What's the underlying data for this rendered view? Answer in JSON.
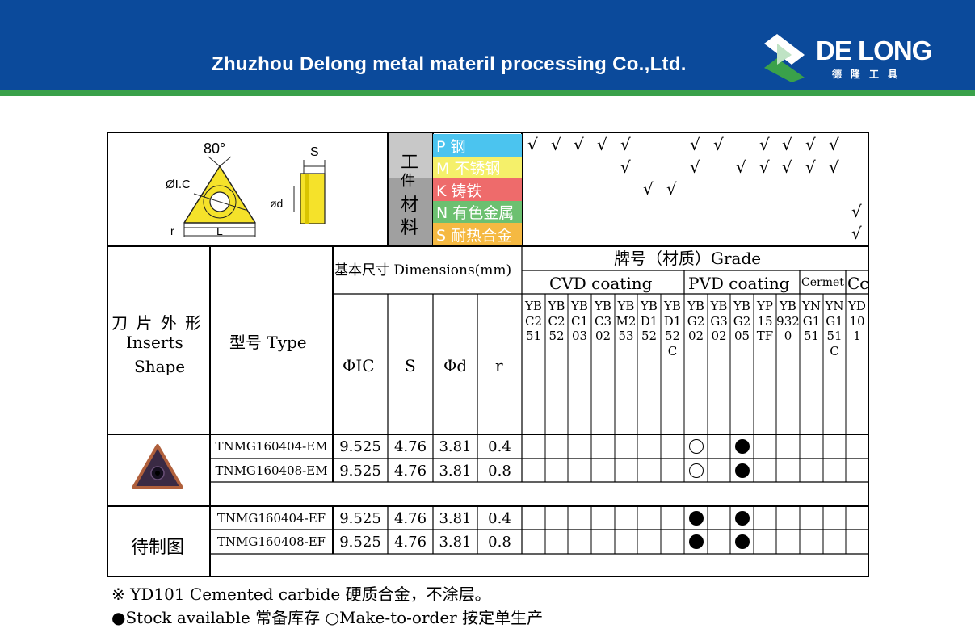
{
  "header": {
    "company": "Zhuzhou Delong metal materil processing Co.,Ltd.",
    "brand": "DE LONG",
    "brand_sub": "德隆工具"
  },
  "diagram": {
    "angle": "80°",
    "ic": "ØI.C",
    "s": "S",
    "d": "ød",
    "r": "r",
    "l": "L"
  },
  "materials": {
    "title": [
      "工",
      "件",
      "材",
      "料"
    ],
    "items": [
      {
        "label": "P  钢",
        "color": "#4bc4ef"
      },
      {
        "label": "M  不锈钢",
        "color": "#f5f06a"
      },
      {
        "label": "K  铸铁",
        "color": "#ee6b6b"
      },
      {
        "label": "N  有色金属",
        "color": "#6cc070"
      },
      {
        "label": "S  耐热合金",
        "color": "#f5b942"
      }
    ],
    "checkmark": "√"
  },
  "table": {
    "shape_header": [
      "刀 片 外 形",
      "Inserts",
      "Shape"
    ],
    "type_header": "型号 Type",
    "dimensions_header": "基本尺寸 Dimensions(mm)",
    "dim_cols": [
      "ΦIC",
      "S",
      "Φd",
      "r"
    ],
    "grade_header": "牌号（材质）Grade",
    "groups": [
      "CVD coating",
      "PVD coating",
      "Cermet",
      "Cc"
    ],
    "grades": [
      "YBC251",
      "YBC252",
      "YBC103",
      "YBC302",
      "YBM253",
      "YBD152",
      "YBD152C",
      "YBG202",
      "YBG302",
      "YBG205",
      "YP15TF",
      "YB9320",
      "YNG151",
      "YNG151C",
      "YD101"
    ],
    "group1": {
      "rows": [
        {
          "type": "TNMG160404-EM",
          "ic": "9.525",
          "s": "4.76",
          "d": "3.81",
          "r": "0.4"
        },
        {
          "type": "TNMG160408-EM",
          "ic": "9.525",
          "s": "4.76",
          "d": "3.81",
          "r": "0.8"
        }
      ]
    },
    "group2": {
      "shape_label": "待制图",
      "rows": [
        {
          "type": "TNMG160404-EF",
          "ic": "9.525",
          "s": "4.76",
          "d": "3.81",
          "r": "0.4"
        },
        {
          "type": "TNMG160408-EF",
          "ic": "9.525",
          "s": "4.76",
          "d": "3.81",
          "r": "0.8"
        }
      ]
    }
  },
  "notes": {
    "note1": "※ YD101 Cemented carbide 硬质合金，不涂层。",
    "stock": "●Stock available 常备库存 ○Make-to-order 按定单生产"
  }
}
